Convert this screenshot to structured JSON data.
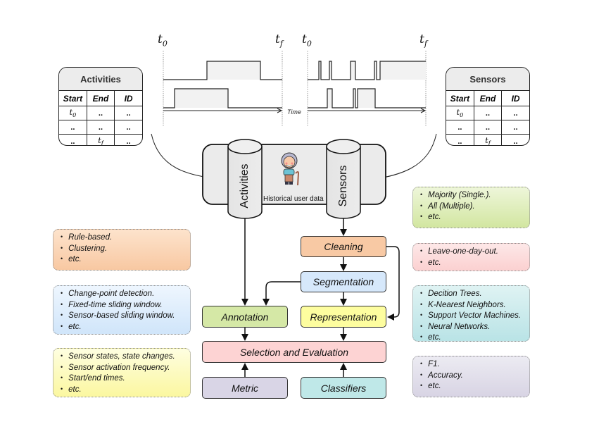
{
  "timeline": {
    "left": {
      "start_label": "t",
      "start_sub": "0",
      "end_label": "t",
      "end_sub": "f"
    },
    "right": {
      "start_label": "t",
      "start_sub": "0",
      "end_label": "t",
      "end_sub": "f"
    },
    "axis_label": "Time"
  },
  "activities_table": {
    "title": "Activities",
    "headers": [
      "Start",
      "End",
      "ID"
    ],
    "rows": [
      [
        "t0",
        "..",
        ".."
      ],
      [
        "..",
        "..",
        ".."
      ],
      [
        "..",
        "tf",
        ".."
      ]
    ]
  },
  "sensors_table": {
    "title": "Sensors",
    "headers": [
      "Start",
      "End",
      "ID"
    ],
    "rows": [
      [
        "t0",
        "..",
        ".."
      ],
      [
        "..",
        "..",
        ".."
      ],
      [
        "..",
        "tf",
        ".."
      ]
    ]
  },
  "database": {
    "activities_label": "Activities",
    "sensors_label": "Sensors",
    "caption": "Historical user data",
    "icon": "elderly-person-icon"
  },
  "pipeline": {
    "cleaning": "Cleaning",
    "segmentation": "Segmentation",
    "annotation": "Annotation",
    "representation": "Representation",
    "selection": "Selection and Evaluation",
    "metric": "Metric",
    "classifiers": "Classifiers"
  },
  "colors": {
    "cleaning": "#f8c9a4",
    "segmentation": "#d6e8fb",
    "annotation": "#d5e8a6",
    "representation": "#fdfd9f",
    "selection": "#fdd3d3",
    "metric": "#d9d5e6",
    "classifiers": "#bfe8e8"
  },
  "notes": {
    "annotation_methods": [
      "Rule-based.",
      "Clustering.",
      "etc."
    ],
    "segmentation_methods": [
      "Change-point detection.",
      "Fixed-time sliding window.",
      "Sensor-based sliding window.",
      "etc."
    ],
    "representation_features": [
      "Sensor states, state changes.",
      "Sensor activation frequency.",
      "Start/end times.",
      "etc."
    ],
    "labeling": [
      "Majority (Single.).",
      "All (Multiple).",
      "etc."
    ],
    "validation": [
      "Leave-one-day-out.",
      "etc."
    ],
    "classifiers": [
      "Decition Trees.",
      "K-Nearest Neighbors.",
      "Support Vector Machines.",
      "Neural Networks.",
      "etc."
    ],
    "metrics": [
      "F1.",
      "Accuracy.",
      "etc."
    ]
  }
}
